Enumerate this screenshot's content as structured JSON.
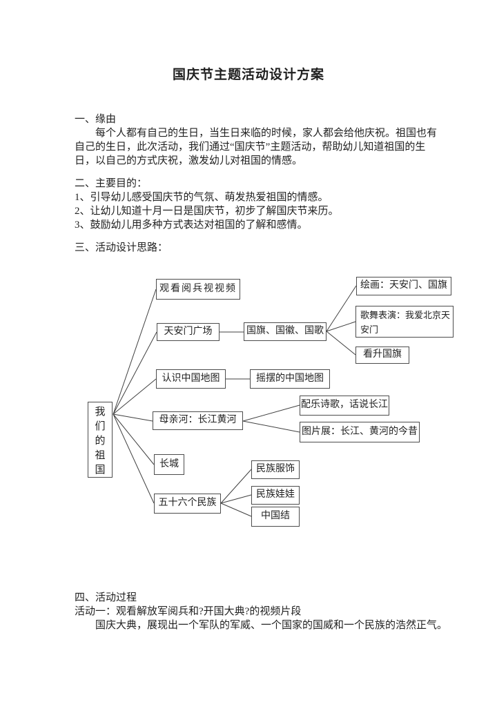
{
  "document": {
    "title": "国庆节主题活动设计方案",
    "section_origin": {
      "heading": "一、缘由",
      "lines": [
        "每个人都有自己的生日，当生日来临的时候，家人都会给他庆祝。祖国也有",
        "自己的生日，此次活动，我们通过“国庆节”主题活动，帮助幼儿知道祖国的生",
        "日，以自己的方式庆祝，激发幼儿对祖国的情感。"
      ]
    },
    "section_goals": {
      "heading": "二、主要目的：",
      "items": [
        "1、引导幼儿感受国庆节的气氛、萌发热爱祖国的情感。",
        "2、让幼儿知道十月一日是国庆节，初步了解国庆节来历。",
        "3、鼓励幼儿用多种方式表达对祖国的了解和感情。"
      ]
    },
    "section_design": {
      "heading": "三、活动设计思路："
    },
    "section_process": {
      "heading": "四、活动过程",
      "line1": "活动一：观看解放军阅兵和?开国大典?的视频片段",
      "line2": "国庆大典，展现出一个军队的军威、一个国家的国威和一个民族的浩然正气。"
    }
  },
  "diagram": {
    "nodes": {
      "root": "我们的祖国",
      "watch_parade": "观看阅兵视视频",
      "tiananmen_square": "天安门广场",
      "china_map": "认识中国地图",
      "mother_rivers": "母亲河：长江黄河",
      "great_wall": "长城",
      "fifty_six_ethnic": "五十六个民族",
      "flag_emblem_anthem": "国旗、国徽、国歌",
      "swinging_map": "摇摆的中国地图",
      "drawing": "绘画：天安门、国旗",
      "song_dance": "歌舞表演：我爱北京天安门",
      "flag_raising": "看升国旗",
      "poetry": "配乐诗歌，话说长江",
      "photo_exhibit": "图片展：长江、黄河的今昔",
      "ethnic_costume": "民族服饰",
      "ethnic_dolls": "民族娃娃",
      "chinese_knot": "中国结"
    },
    "line_color": "#3f3f3f"
  }
}
